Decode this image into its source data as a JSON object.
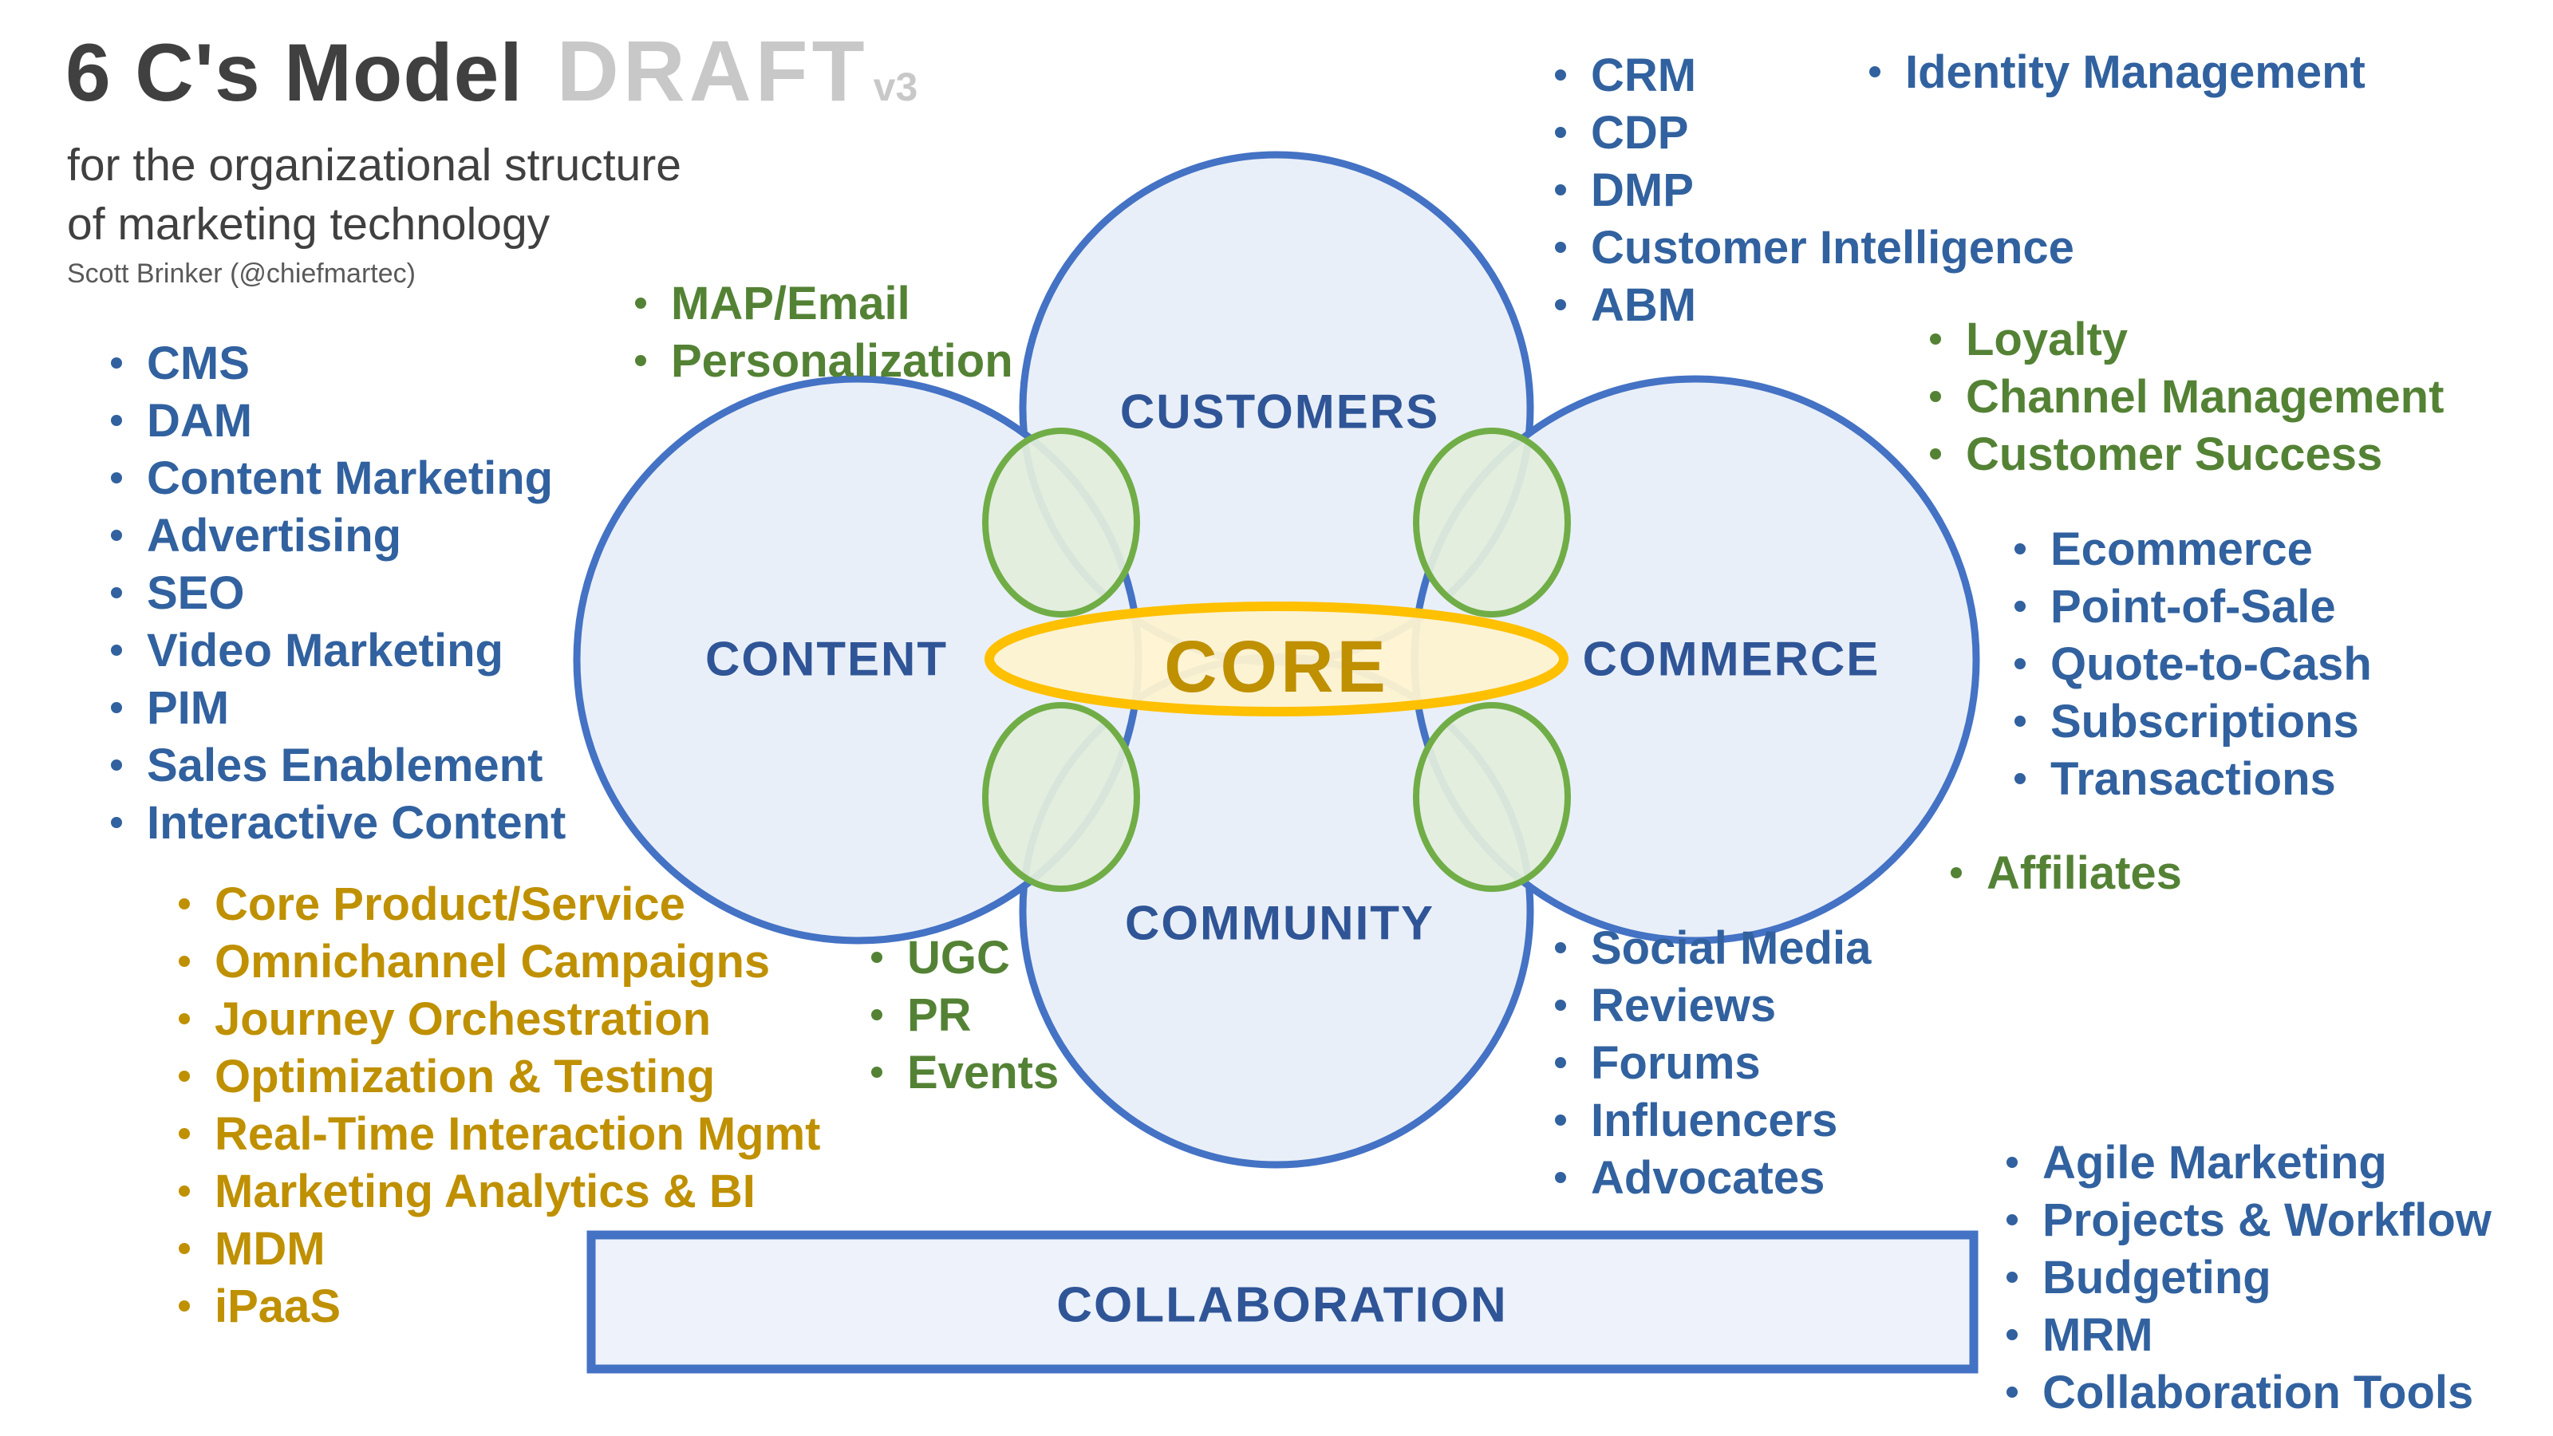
{
  "header": {
    "title": "6 C's Model",
    "draft": "DRAFT",
    "version": "v3",
    "subtitle_line1": "for the organizational structure",
    "subtitle_line2": "of marketing technology",
    "author": "Scott Brinker (@chiefmartec)"
  },
  "diagram": {
    "circles": {
      "customers": "CUSTOMERS",
      "content": "CONTENT",
      "commerce": "COMMERCE",
      "community": "COMMUNITY"
    },
    "core": "CORE",
    "collaboration": "COLLABORATION"
  },
  "lists": {
    "content_tools": {
      "items": [
        "CMS",
        "DAM",
        "Content Marketing",
        "Advertising",
        "SEO",
        "Video Marketing",
        "PIM",
        "Sales Enablement",
        "Interactive Content"
      ]
    },
    "content_customers_overlap": {
      "items": [
        "MAP/Email",
        "Personalization"
      ]
    },
    "customers_tools": {
      "items": [
        "CRM",
        "CDP",
        "DMP",
        "Customer Intelligence",
        "ABM"
      ]
    },
    "identity_tools": {
      "items": [
        "Identity Management"
      ]
    },
    "customers_commerce_overlap": {
      "items": [
        "Loyalty",
        "Channel Management",
        "Customer Success"
      ]
    },
    "commerce_tools": {
      "items": [
        "Ecommerce",
        "Point-of-Sale",
        "Quote-to-Cash",
        "Subscriptions",
        "Transactions"
      ]
    },
    "commerce_community_overlap": {
      "items": [
        "Affiliates"
      ]
    },
    "core_tools": {
      "items": [
        {
          "text": "Core Product/Service",
          "bold": true
        },
        "Omnichannel Campaigns",
        "Journey Orchestration",
        "Optimization & Testing",
        "Real-Time Interaction Mgmt",
        "Marketing Analytics & BI",
        "MDM",
        "iPaaS"
      ]
    },
    "content_community_overlap": {
      "items": [
        "UGC",
        "PR",
        "Events"
      ]
    },
    "community_tools": {
      "items": [
        "Social Media",
        "Reviews",
        "Forums",
        "Influencers",
        "Advocates"
      ]
    },
    "collaboration_tools": {
      "items": [
        "Agile Marketing",
        "Projects & Workflow",
        "Budgeting",
        "MRM",
        "Collaboration Tools"
      ]
    }
  },
  "colors": {
    "circle_stroke": "#4472C4",
    "circle_fill": "#E9EFF8",
    "overlap_arc_gray": "#B3C2DE",
    "overlap_lens_stroke": "#70AD47",
    "overlap_lens_fill": "#E1EED8",
    "core_stroke": "#FFC000",
    "core_fill": "#FFF3CD",
    "label_navy": "#2F5597",
    "list_blue": "#31619F",
    "list_green": "#548235",
    "list_gold": "#BF9000",
    "title_gray": "#404040",
    "draft_gray": "#C8C8C8"
  }
}
